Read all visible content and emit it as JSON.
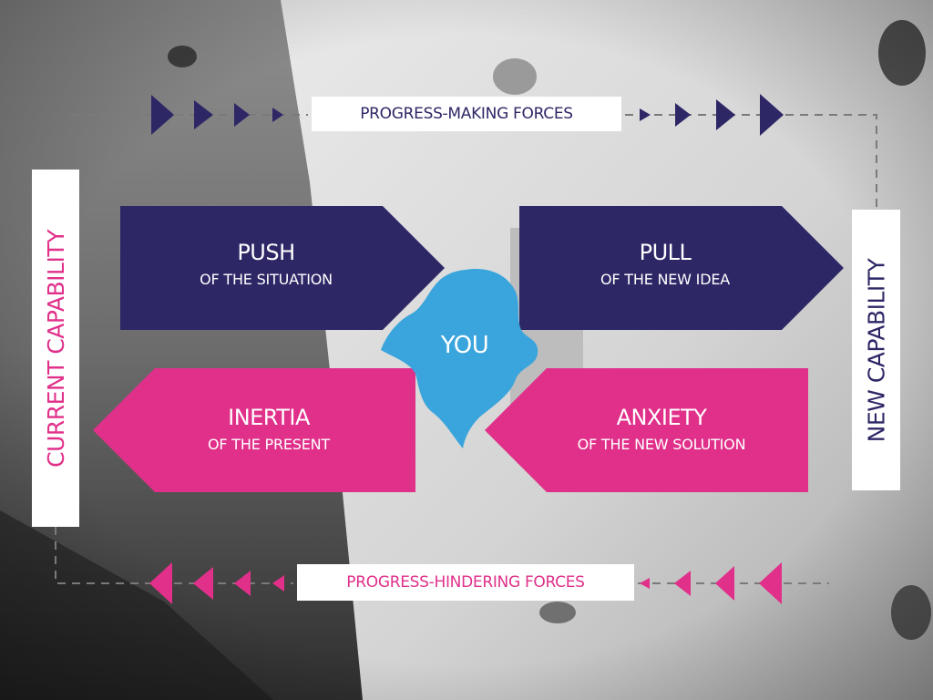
{
  "colors": {
    "navy": "#2d2766",
    "magenta": "#e0308a",
    "blue": "#3aa5dc",
    "label_bg": "#ffffff"
  },
  "top_banner": {
    "label": "PROGRESS-MAKING FORCES"
  },
  "bottom_banner": {
    "label": "PROGRESS-HINDERING FORCES"
  },
  "left_side": {
    "label": "CURRENT CAPABILITY"
  },
  "right_side": {
    "label": "NEW CAPABILITY"
  },
  "center": {
    "label": "YOU"
  },
  "forces": {
    "push": {
      "title": "PUSH",
      "subtitle": "OF THE SITUATION"
    },
    "pull": {
      "title": "PULL",
      "subtitle": "OF THE NEW IDEA"
    },
    "inertia": {
      "title": "INERTIA",
      "subtitle": "OF THE PRESENT"
    },
    "anxiety": {
      "title": "ANXIETY",
      "subtitle": "OF THE NEW SOLUTION"
    }
  }
}
